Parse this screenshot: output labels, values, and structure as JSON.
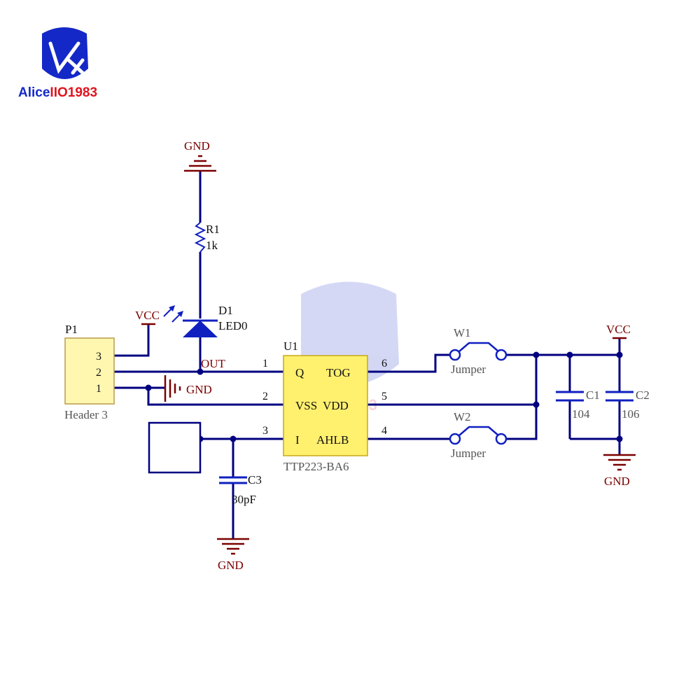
{
  "brand": {
    "logo_text": "AliceIIO1983",
    "logo_prefix": "Alice",
    "logo_suffix": "IIO1983",
    "colors": {
      "blue": "#1428c8",
      "red": "#e0141e"
    }
  },
  "colors": {
    "wire": "#000080",
    "power": "#7a0000",
    "component": "#1020c0",
    "ic_fill": "#fff06e",
    "header_fill": "#fff7b0"
  },
  "header": {
    "ref": "P1",
    "name": "Header 3",
    "pins": [
      "3",
      "2",
      "1"
    ]
  },
  "ic": {
    "ref": "U1",
    "part": "TTP223-BA6",
    "left_pins": [
      {
        "num": "1",
        "name": "Q"
      },
      {
        "num": "2",
        "name": "VSS"
      },
      {
        "num": "3",
        "name": "I"
      }
    ],
    "right_pins": [
      {
        "num": "6",
        "name": "TOG"
      },
      {
        "num": "5",
        "name": "VDD"
      },
      {
        "num": "4",
        "name": "AHLB"
      }
    ]
  },
  "resistor": {
    "ref": "R1",
    "value": "1k"
  },
  "led": {
    "ref": "D1",
    "value": "LED0"
  },
  "capacitors": [
    {
      "ref": "C1",
      "value": "104"
    },
    {
      "ref": "C2",
      "value": "106"
    },
    {
      "ref": "C3",
      "value": "30pF"
    }
  ],
  "jumpers": [
    {
      "ref": "W1",
      "value": "Jumper"
    },
    {
      "ref": "W2",
      "value": "Jumper"
    }
  ],
  "nets": {
    "gnd": "GND",
    "vcc": "VCC",
    "out": "OUT"
  }
}
